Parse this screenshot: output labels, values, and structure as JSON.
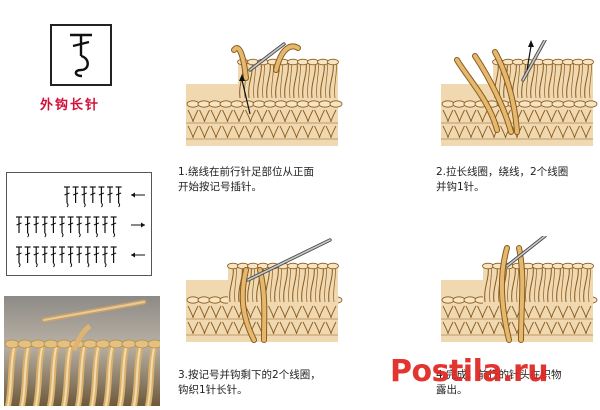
{
  "title": "外钩长针",
  "symbol_icon": "outer-post-double-crochet-symbol",
  "colors": {
    "title": "#d0103a",
    "yarn": "#e4b96e",
    "yarn_outline": "#8a5a1e",
    "fabric": "#f0d9b0",
    "watermark": "#e0241f"
  },
  "steps": [
    {
      "number": "1.",
      "lines": [
        "绕线在前行针足部位从正面",
        "开始按记号插针。"
      ]
    },
    {
      "number": "2.",
      "lines": [
        "拉长线圈，绕线，2个线圈",
        "并钩1针。"
      ]
    },
    {
      "number": "3.",
      "lines": [
        "按记号并钩剩下的2个线圈，",
        "钩织1针长针。"
      ]
    },
    {
      "number": "4.",
      "lines": [
        "完成。前行的针头在织物",
        "露出。"
      ]
    }
  ],
  "watermark": "Postila.ru"
}
